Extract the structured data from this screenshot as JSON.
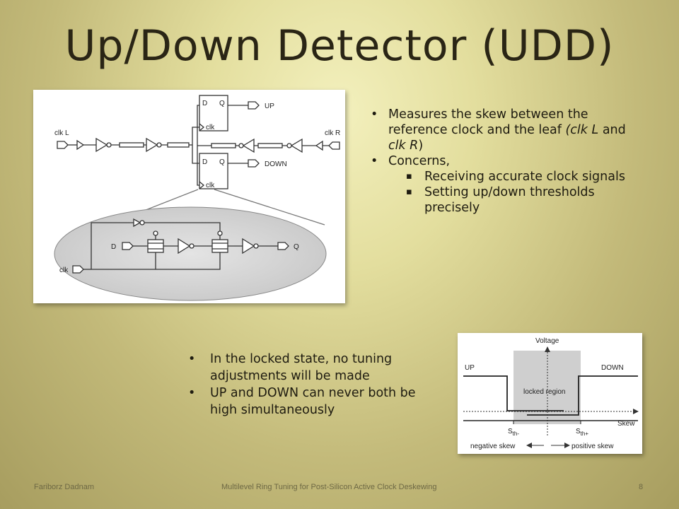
{
  "slide": {
    "title": "Up/Down Detector (UDD)",
    "footer_left": "Fariborz Dadnam",
    "footer_center": "Multilevel Ring Tuning for Post-Silicon Active Clock Deskewing",
    "footer_page": "8"
  },
  "bullets_top": {
    "item1_part1": "Measures the skew between the reference clock and the leaf ",
    "item1_italic1": "(clk L",
    "item1_mid": " and ",
    "item1_italic2": "clk R",
    "item1_end": ")",
    "item2": "Concerns,",
    "sub1": "Receiving accurate clock signals",
    "sub2": "Setting up/down thresholds precisely"
  },
  "bullets_bottom": {
    "item1": "In the locked state, no tuning adjustments will be made",
    "item2": "UP and DOWN can never both be high simultaneously"
  },
  "circuit": {
    "clk_left": "clk L",
    "clk_right": "clk R",
    "ff_top_d": "D",
    "ff_top_q": "Q",
    "ff_top_clk": "clk",
    "ff_bottom_d": "D",
    "ff_bottom_q": "Q",
    "ff_bottom_clk": "clk",
    "out_up": "UP",
    "out_down": "DOWN",
    "latch_d": "D",
    "latch_q": "Q",
    "latch_clk": "clk"
  },
  "graph": {
    "voltage_label": "Voltage",
    "up_label": "UP",
    "down_label": "DOWN",
    "locked_label": "locked region",
    "skew_label": "Skew",
    "sth_minus": "S",
    "sth_minus_sub": "th-",
    "sth_plus": "S",
    "sth_plus_sub": "th+",
    "neg_label": "negative skew",
    "pos_label": "positive skew"
  }
}
